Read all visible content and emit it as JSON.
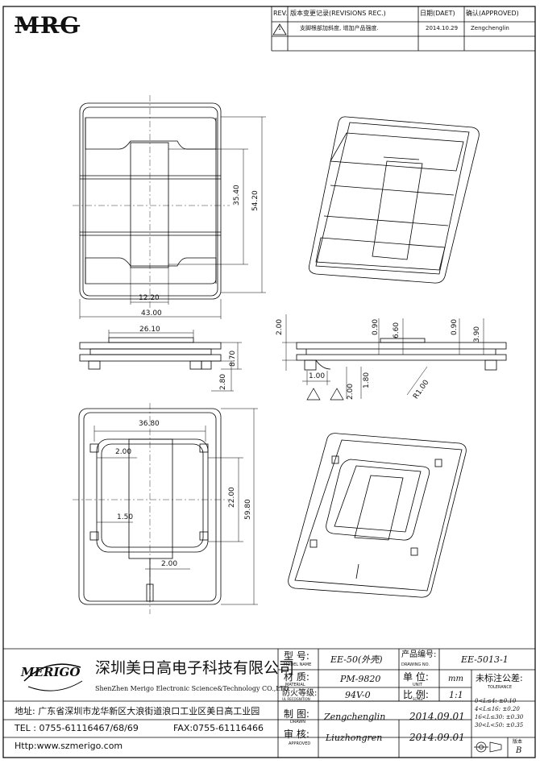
{
  "logo": "MRG",
  "revision_table": {
    "headers": [
      "REV.",
      "版本变更记录(REVISIONS REC.)",
      "日期(DAET)",
      "确认(APPROVED)"
    ],
    "rows": [
      {
        "rev": "1",
        "description": "支脚根部加斜度, 增加产品强度.",
        "date": "2014.10.29",
        "approved": "Zengchenglin"
      }
    ]
  },
  "dimensions": {
    "d_35_40": "35.40",
    "d_54_20": "54.20",
    "d_12_20": "12.20",
    "d_43_00": "43.00",
    "d_26_10": "26.10",
    "d_8_70": "8.70",
    "d_2_80": "2.80",
    "d_2_00_side": "2.00",
    "d_0_90_a": "0.90",
    "d_6_60": "6.60",
    "d_0_90_b": "0.90",
    "d_3_90": "3.90",
    "d_1_00": "1.00",
    "d_1_80": "1.80",
    "d_2_00_b": "2.00",
    "d_r1_00": "R1.00",
    "d_36_80": "36.80",
    "d_2_00_c": "2.00",
    "d_22_00": "22.00",
    "d_59_80": "59.80",
    "d_1_50": "1.50",
    "d_2_00_d": "2.00"
  },
  "title_block": {
    "company_cn": "深圳美日高电子科技有限公司",
    "company_en": "ShenZhen Merigo Electronic Science&Technology CO.,LTD",
    "brand": "MERIGO",
    "address": "地址: 广东省深圳市龙华新区大浪街道浪口工业区美日高工业园",
    "tel": "TEL : 0755-61116467/68/69",
    "fax": "FAX:0755-61116466",
    "http": "Http:www.szmerigo.com",
    "model_label": "型 号:",
    "model_sub": "MODEL NAME",
    "model_value": "EE-50(外壳)",
    "drawing_no_label": "产品编号:",
    "drawing_no_sub": "DRAWING NO.",
    "drawing_no_value": "EE-5013-1",
    "material_label": "材 质:",
    "material_sub": "MATERIAL",
    "material_value": "PM-9820",
    "unit_label": "单 位:",
    "unit_sub": "UNIT",
    "unit_value": "mm",
    "fire_label": "防火等级:",
    "fire_sub": "UL RECOGNITION",
    "fire_value": "94V-0",
    "scale_label": "比 例:",
    "scale_sub": "SCALE",
    "scale_value": "1:1",
    "tolerance_label": "未标注公差:",
    "tolerance_sub": "TOLERANCE",
    "tolerance_rows": [
      "0<L≤4:  ±0.10",
      "4<L≤16: ±0.20",
      "16<L≤30: ±0.30",
      "30<L<50: ±0.35"
    ],
    "drawn_label": "制 图:",
    "drawn_sub": "DRAWN",
    "drawn_name": "Zengchenglin",
    "drawn_date": "2014.09.01",
    "approved_label": "审 核:",
    "approved_sub": "APPROVED",
    "approved_name": "Liuzhongren",
    "approved_date": "2014.09.01",
    "version_label": "版本",
    "version_value": "B"
  }
}
